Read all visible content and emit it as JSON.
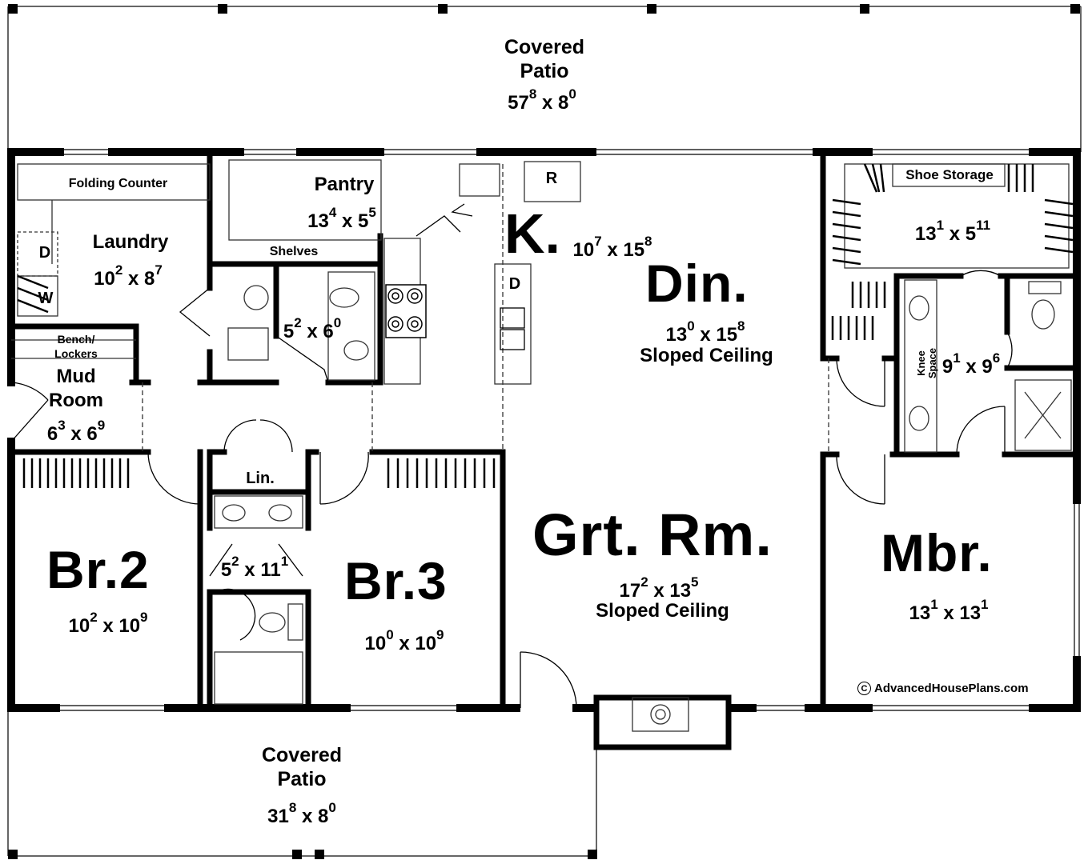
{
  "rooms": {
    "covered_patio_rear": {
      "name_1": "Covered",
      "name_2": "Patio",
      "w": "57",
      "w_in": "8",
      "d": "8",
      "d_in": "0"
    },
    "laundry": {
      "name": "Laundry",
      "w": "10",
      "w_in": "2",
      "d": "8",
      "d_in": "7",
      "folding_counter": "Folding Counter",
      "d_label": "D",
      "w_label": "W"
    },
    "pantry": {
      "name": "Pantry",
      "w": "13",
      "w_in": "4",
      "d": "5",
      "d_in": "5",
      "shelves": "Shelves"
    },
    "kitchen": {
      "name": "K.",
      "w": "10",
      "w_in": "7",
      "d": "15",
      "d_in": "8",
      "fridge": "R",
      "dishwasher": "D"
    },
    "dining": {
      "name": "Din.",
      "w": "13",
      "w_in": "0",
      "d": "15",
      "d_in": "8",
      "note": "Sloped Ceiling"
    },
    "master_closet": {
      "w": "13",
      "w_in": "1",
      "d": "5",
      "d_in": "11",
      "shoe_storage": "Shoe Storage"
    },
    "half_bath": {
      "w": "5",
      "w_in": "2",
      "d": "6",
      "d_in": "0"
    },
    "mud_room": {
      "name_1": "Mud",
      "name_2": "Room",
      "w": "6",
      "w_in": "3",
      "d": "6",
      "d_in": "9",
      "bench_1": "Bench/",
      "bench_2": "Lockers"
    },
    "master_bath": {
      "w": "9",
      "w_in": "1",
      "d": "9",
      "d_in": "6",
      "knee_1": "Knee",
      "knee_2": "Space"
    },
    "linen": {
      "name": "Lin."
    },
    "hall_bath": {
      "w": "5",
      "w_in": "2",
      "d": "11",
      "d_in": "1"
    },
    "bedroom_2": {
      "name": "Br.2",
      "w": "10",
      "w_in": "2",
      "d": "10",
      "d_in": "9"
    },
    "bedroom_3": {
      "name": "Br.3",
      "w": "10",
      "w_in": "0",
      "d": "10",
      "d_in": "9"
    },
    "great_room": {
      "name": "Grt. Rm.",
      "w": "17",
      "w_in": "2",
      "d": "13",
      "d_in": "5",
      "note": "Sloped Ceiling"
    },
    "master_bedroom": {
      "name": "Mbr.",
      "w": "13",
      "w_in": "1",
      "d": "13",
      "d_in": "1"
    },
    "covered_patio_front": {
      "name_1": "Covered",
      "name_2": "Patio",
      "w": "31",
      "w_in": "8",
      "d": "8",
      "d_in": "0"
    }
  },
  "copyright": {
    "symbol": "C",
    "text": "AdvancedHousePlans.com"
  },
  "colors": {
    "wall": "#000000",
    "line": "#222222",
    "background": "#ffffff"
  }
}
